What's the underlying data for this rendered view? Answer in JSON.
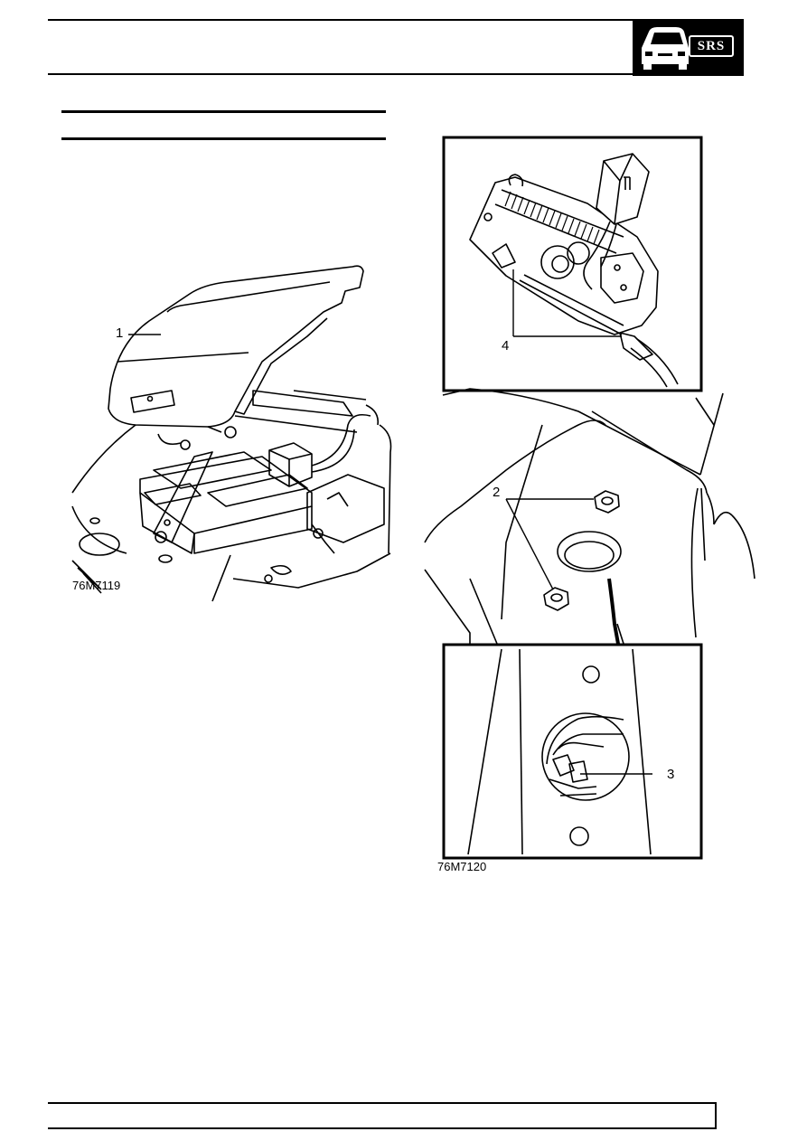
{
  "header": {
    "badge_text": "SRS",
    "badge_icon": "car-front-icon"
  },
  "figures": {
    "left": {
      "id": "76M7119",
      "callouts": [
        "1"
      ]
    },
    "right": {
      "id": "76M7120",
      "callouts": [
        "4",
        "2",
        "3"
      ]
    }
  },
  "colors": {
    "ink": "#000000",
    "paper": "#ffffff"
  }
}
